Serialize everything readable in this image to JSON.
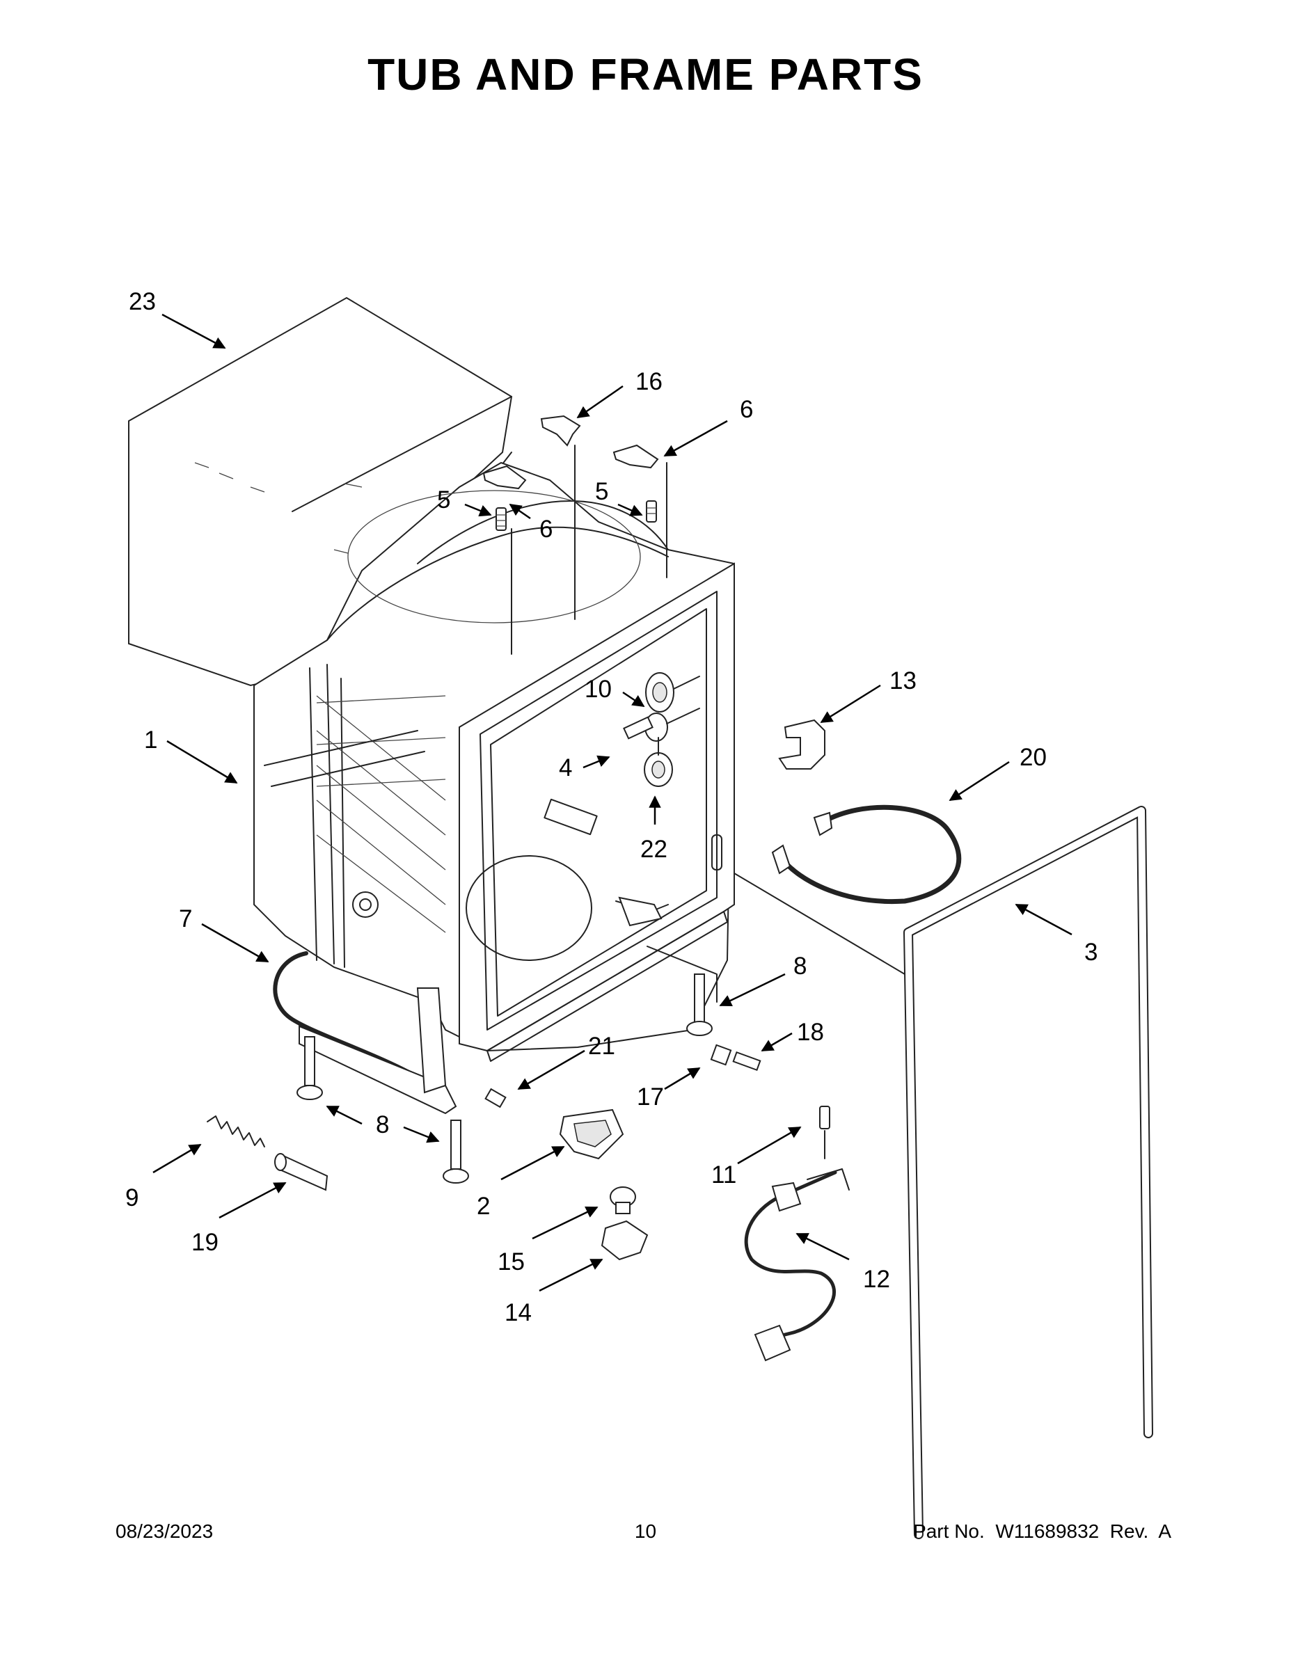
{
  "title": "TUB AND FRAME PARTS",
  "footer": {
    "date": "08/23/2023",
    "page": "10",
    "part_number": "Part No.  W11689832  Rev.  A"
  },
  "callouts": {
    "c23": "23",
    "c16": "16",
    "c6a": "6",
    "c5a": "5",
    "c6b": "6",
    "c5b": "5",
    "c13": "13",
    "c10": "10",
    "c20": "20",
    "c1": "1",
    "c4": "4",
    "c22": "22",
    "c7": "7",
    "c3": "3",
    "c8a": "8",
    "c18": "18",
    "c21": "21",
    "c17": "17",
    "c8b": "8",
    "c9": "9",
    "c2": "2",
    "c11": "11",
    "c19": "19",
    "c15": "15",
    "c12": "12",
    "c14": "14"
  }
}
